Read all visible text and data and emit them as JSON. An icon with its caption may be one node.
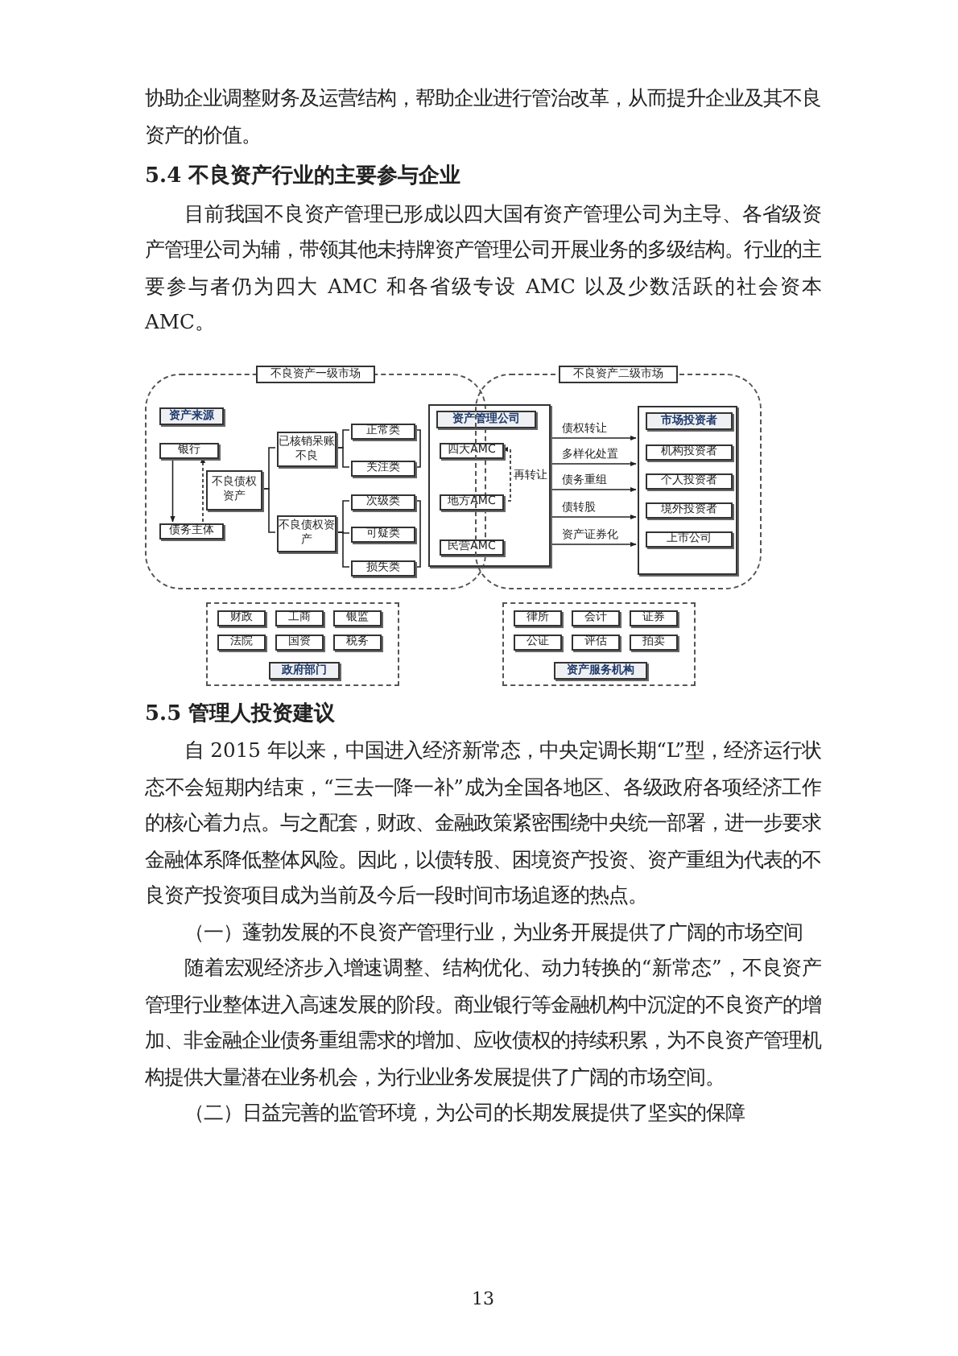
{
  "diagram": {
    "nodes": [
      {
        "text": [
          "不良资产一级市场"
        ]
      },
      {
        "text": [
          "资产来源"
        ],
        "in": 0
      },
      {
        "text": [
          "银行"
        ],
        "in": 0
      },
      {
        "text": [
          "债务主体"
        ],
        "in": 0
      },
      {
        "text": [
          "不良债权资产"
        ],
        "in": 0
      },
      {
        "text": [
          "已核销呆账不良"
        ],
        "in": 0
      },
      {
        "text": [
          "不良债权资产"
        ],
        "in": 0
      },
      {
        "text": [
          "正常类"
        ],
        "in": 0
      },
      {
        "text": [
          "关注类"
        ],
        "in": 0
      },
      {
        "text": [
          "次级类"
        ],
        "in": 0
      },
      {
        "text": [
          "可疑类"
        ],
        "in": 0
      },
      {
        "text": [
          "损失类"
        ],
        "in": 0
      },
      {
        "text": [],
        "shape": "box"
      },
      {
        "text": [
          "资产管理公司"
        ],
        "in": 12
      },
      {
        "text": [
          "四大AMC"
        ],
        "in": 12
      },
      {
        "text": [
          "地方AMC"
        ],
        "in": 12
      },
      {
        "text": [
          "民营AMC"
        ],
        "in": 12
      },
      {
        "text": [
          "不良资产二级市场"
        ]
      },
      {
        "text": [],
        "shape": "box",
        "in": 17
      },
      {
        "text": [
          "市场投资者"
        ],
        "in": 18
      },
      {
        "text": [
          "机构投资者"
        ],
        "in": 18
      },
      {
        "text": [
          "个人投资者"
        ],
        "in": 18
      },
      {
        "text": [
          "境外投资者"
        ],
        "in": 18
      },
      {
        "text": [
          "上市公司"
        ],
        "in": 18
      },
      {
        "text": [],
        "shape": "box"
      },
      {
        "text": [
          "政府部门"
        ],
        "in": 24
      },
      {
        "text": [
          "财政"
        ],
        "in": 24
      },
      {
        "text": [
          "工商"
        ],
        "in": 24
      },
      {
        "text": [
          "银监"
        ],
        "in": 24
      },
      {
        "text": [
          "法院"
        ],
        "in": 24
      },
      {
        "text": [
          "国资"
        ],
        "in": 24
      },
      {
        "text": [
          "税务"
        ],
        "in": 24
      },
      {
        "text": [],
        "shape": "box"
      },
      {
        "text": [
          "资产服务机构"
        ],
        "in": 32
      },
      {
        "text": [
          "律所"
        ],
        "in": 32
      },
      {
        "text": [
          "会计"
        ],
        "in": 32
      },
      {
        "text": [
          "证券"
        ],
        "in": 32
      },
      {
        "text": [
          "公证"
        ],
        "in": 32
      },
      {
        "text": [
          "评估"
        ],
        "in": 32
      },
      {
        "text": [
          "拍卖"
        ],
        "in": 32
      }
    ],
    "edges": [
      {
        "from": 2,
        "to": 3,
        "arrow": "to"
      },
      {
        "from": 3,
        "to": 2,
        "arrow": "to",
        "style": "dashed"
      },
      {
        "from": 4,
        "to": 5,
        "arrow": "none"
      },
      {
        "from": 4,
        "to": 6,
        "arrow": "none"
      },
      {
        "from": 5,
        "to": 7,
        "arrow": "none"
      },
      {
        "from": 5,
        "to": 8,
        "arrow": "none"
      },
      {
        "from": 6,
        "to": 9,
        "arrow": "none"
      },
      {
        "from": 6,
        "to": 10,
        "arrow": "none"
      },
      {
        "from": 6,
        "to": 11,
        "arrow": "none"
      },
      {
        "from": 15,
        "to": 14,
        "arrow": "to",
        "label": "再转让",
        "style": "dashed"
      },
      {
        "from": 12,
        "to": 18,
        "arrow": "to",
        "label": "债权转让"
      },
      {
        "from": 12,
        "to": 18,
        "arrow": "to",
        "label": "多样化处置"
      },
      {
        "from": 12,
        "to": 18,
        "arrow": "to",
        "label": "债务重组"
      },
      {
        "from": 12,
        "to": 18,
        "arrow": "to",
        "label": "债转股"
      },
      {
        "from": 12,
        "to": 18,
        "arrow": "to",
        "label": "资产证券化"
      }
    ],
    "labels": [
      "协助企业调整财务及运营结构，帮助企业进行管治改革，从而提升企业及其不良资产的价值。",
      "5.4 不良资产行业的主要参与企业",
      "目前我国不良资产管理已形成以四大国有资产管理公司为主导、各省级资产管理公司为辅，带领其他未持牌资产管理公司开展业务的多级结构。行业的主要参与者仍为四大 AMC 和各省级专设 AMC 以及少数活跃的社会资本 AMC。",
      "5.5 管理人投资建议",
      "自 2015 年以来，中国进入经济新常态，中央定调长期“L”型，经济运行状态不会短期内结束，“三去一降一补”成为全国各地区、各级政府各项经济工作的核心着力点。与之配套，财政、金融政策紧密围绕中央统一部署，进一步要求金融体系降低整体风险。因此，以债转股、困境资产投资、资产重组为代表的不良资产投资项目成为当前及今后一段时间市场追逐的热点。",
      "（一）蓬勃发展的不良资产管理行业，为业务开展提供了广阔的市场空间",
      "随着宏观经济步入增速调整、结构优化、动力转换的“新常态”，不良资产管理行业整体进入高速发展的阶段。商业银行等金融机构中沉淀的不良资产的增加、非金融企业债务重组需求的增加、应收债权的持续积累，为不良资产管理机构提供大量潜在业务机会，为行业业务发展提供了广阔的市场空间。",
      "（二）日益完善的监管环境，为公司的长期发展提供了坚实的保障",
      "13"
    ]
  }
}
